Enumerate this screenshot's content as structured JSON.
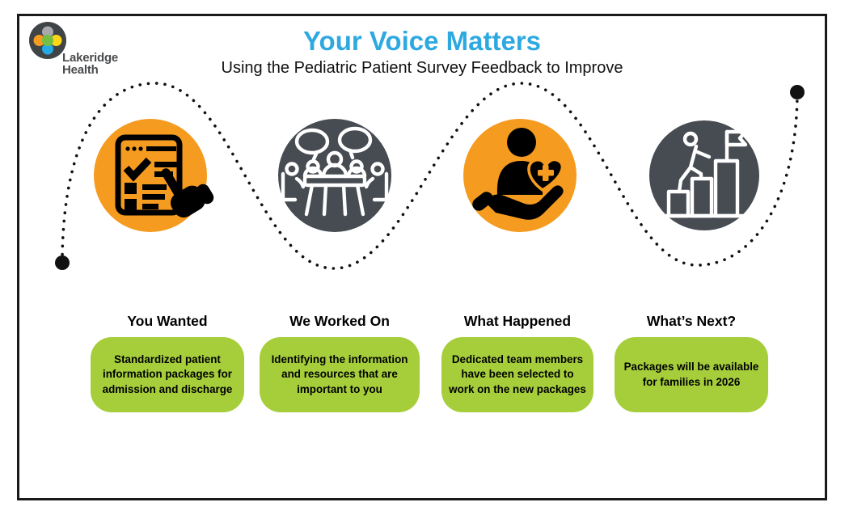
{
  "brand": {
    "line1": "Lakeridge",
    "line2": "Health"
  },
  "header": {
    "title": "Your Voice Matters",
    "subtitle": "Using the Pediatric Patient Survey Feedback to Improve"
  },
  "steps": [
    {
      "heading": "You Wanted",
      "body": "Standardized patient information packages for admission and discharge",
      "icon": "survey-checklist-icon",
      "circle_color": "#F59B20"
    },
    {
      "heading": "We Worked On",
      "body": "Identifying the information and resources that are important to you",
      "icon": "team-meeting-icon",
      "circle_color": "#464C52"
    },
    {
      "heading": "What Happened",
      "body": "Dedicated team members have been selected to work on the new packages",
      "icon": "care-giving-hand-icon",
      "circle_color": "#F59B20"
    },
    {
      "heading": "What’s Next?",
      "body": "Packages will be available for families in 2026",
      "icon": "goal-achievement-icon",
      "circle_color": "#464C52"
    }
  ],
  "colors": {
    "accent_blue": "#2EA9E0",
    "orange": "#F59B20",
    "dark_slate": "#464C52",
    "green": "#A5CE3A",
    "path_dots": "#111111",
    "frame_border": "#1A1A1A",
    "brand_text": "#4A4B4D"
  }
}
